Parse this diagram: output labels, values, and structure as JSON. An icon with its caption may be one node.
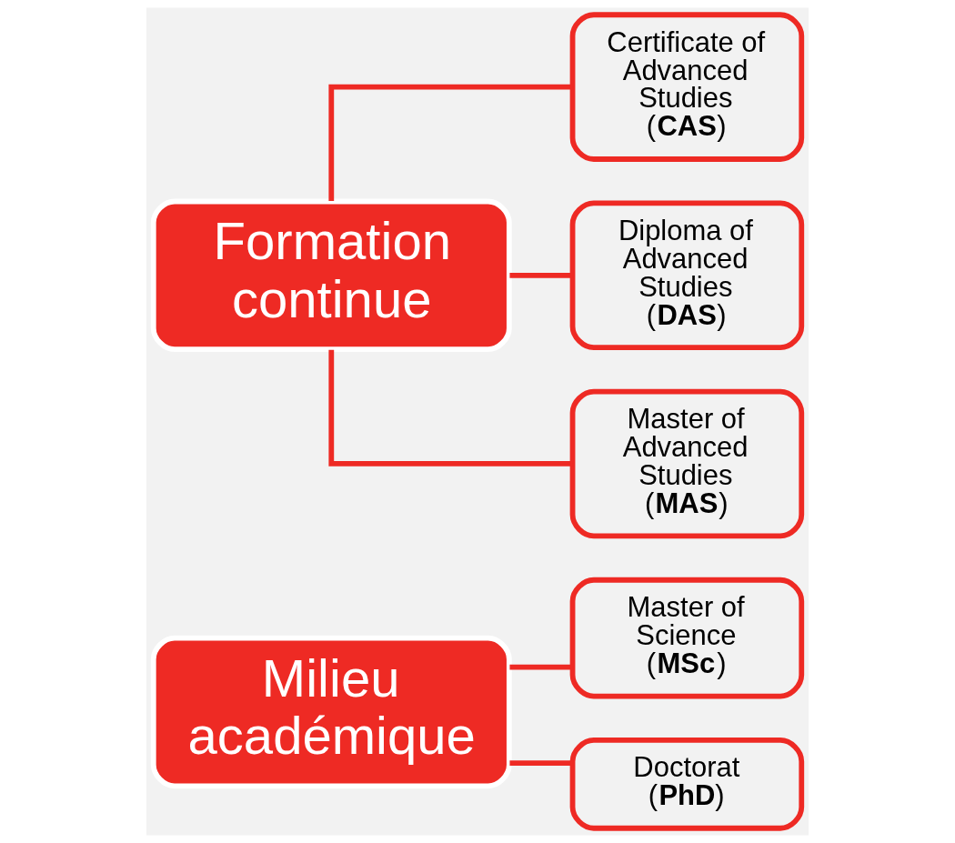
{
  "diagram": {
    "nodes": [
      {
        "text": [
          "Milieu académique"
        ]
      },
      {
        "text": [
          "Master of Science",
          "(**MSc**)"
        ]
      },
      {
        "text": [
          "Doctorat",
          "(**PhD**)"
        ]
      },
      {
        "text": [
          "Formation continue"
        ]
      },
      {
        "text": [
          "Certificate of Advanced Studies",
          "(**CAS**)"
        ]
      },
      {
        "text": [
          "Diploma of Advanced Studies",
          "(**DAS**)"
        ]
      },
      {
        "text": [
          "Master of Advanced Studies",
          "(**MAS**)"
        ]
      }
    ],
    "edges": [
      {
        "from": 0,
        "to": 1,
        "arrow": "none"
      },
      {
        "from": 0,
        "to": 2,
        "arrow": "none"
      },
      {
        "from": 3,
        "to": 4,
        "arrow": "none"
      },
      {
        "from": 3,
        "to": 5,
        "arrow": "none"
      },
      {
        "from": 3,
        "to": 6,
        "arrow": "none"
      }
    ]
  }
}
